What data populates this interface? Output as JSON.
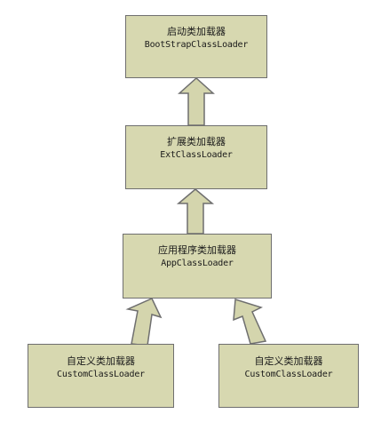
{
  "colors": {
    "box_fill": "#d7d8b0",
    "arrow_fill": "#d4d5ad",
    "stroke": "#6f6f6f"
  },
  "nodes": [
    {
      "id": "bootstrap",
      "title": "启动类加载器",
      "class_name": "BootStrapClassLoader"
    },
    {
      "id": "ext",
      "title": "扩展类加载器",
      "class_name": "ExtClassLoader"
    },
    {
      "id": "app",
      "title": "应用程序类加载器",
      "class_name": "AppClassLoader"
    },
    {
      "id": "custom-1",
      "title": "自定义类加载器",
      "class_name": "CustomClassLoader"
    },
    {
      "id": "custom-2",
      "title": "自定义类加载器",
      "class_name": "CustomClassLoader"
    }
  ],
  "edges": [
    {
      "from": "ext",
      "to": "bootstrap"
    },
    {
      "from": "app",
      "to": "ext"
    },
    {
      "from": "custom-1",
      "to": "app"
    },
    {
      "from": "custom-2",
      "to": "app"
    }
  ]
}
